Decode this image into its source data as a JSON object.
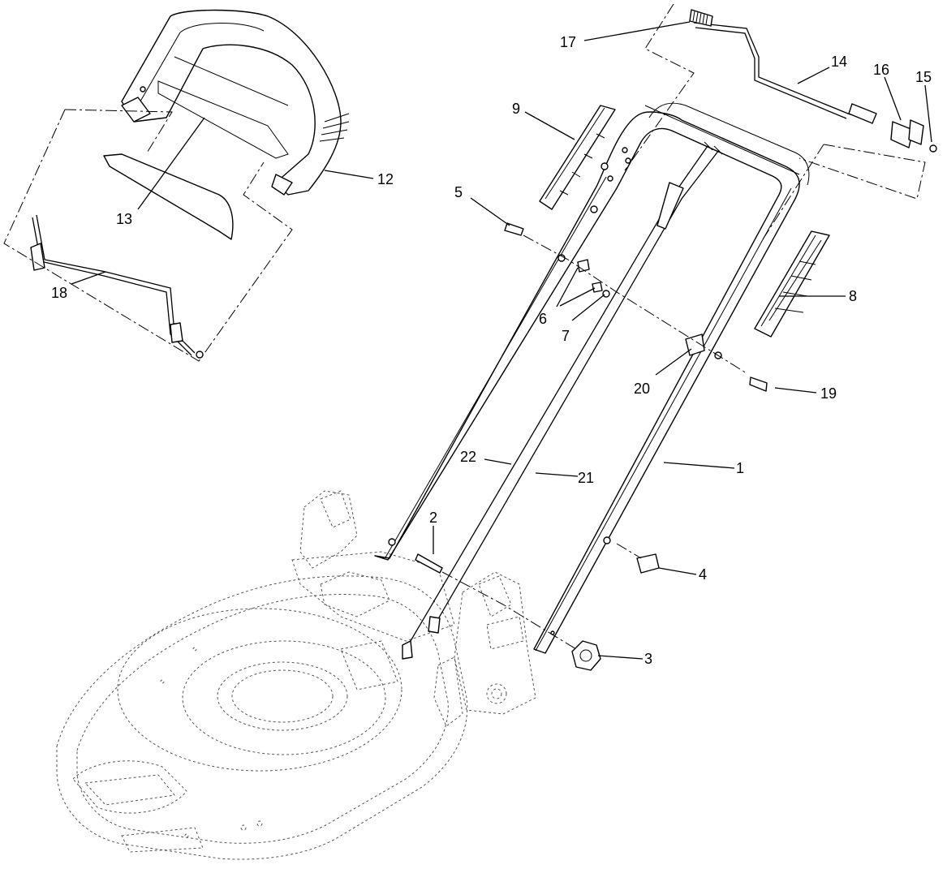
{
  "callouts": [
    {
      "id": "c1",
      "text": "1"
    },
    {
      "id": "c2",
      "text": "2"
    },
    {
      "id": "c3",
      "text": "3"
    },
    {
      "id": "c4",
      "text": "4"
    },
    {
      "id": "c5",
      "text": "5"
    },
    {
      "id": "c6",
      "text": "6"
    },
    {
      "id": "c7",
      "text": "7"
    },
    {
      "id": "c8",
      "text": "8"
    },
    {
      "id": "c9",
      "text": "9"
    },
    {
      "id": "c12",
      "text": "12"
    },
    {
      "id": "c13",
      "text": "13"
    },
    {
      "id": "c14",
      "text": "14"
    },
    {
      "id": "c15",
      "text": "15"
    },
    {
      "id": "c16",
      "text": "16"
    },
    {
      "id": "c17",
      "text": "17"
    },
    {
      "id": "c18",
      "text": "18"
    },
    {
      "id": "c19",
      "text": "19"
    },
    {
      "id": "c20",
      "text": "20"
    },
    {
      "id": "c21",
      "text": "21"
    },
    {
      "id": "c22",
      "text": "22"
    }
  ]
}
